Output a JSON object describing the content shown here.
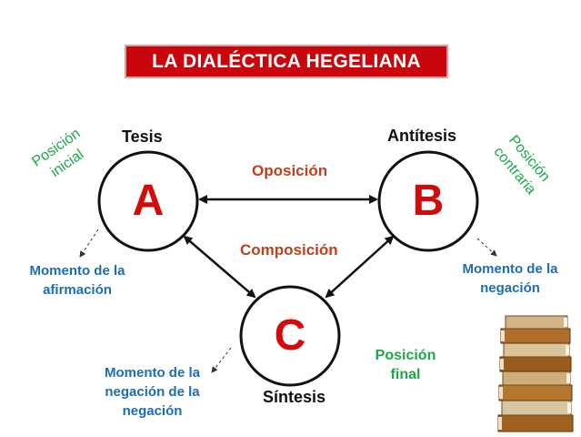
{
  "title": "LA DIALÉCTICA HEGELIANA",
  "nodes": {
    "a": {
      "letter": "A",
      "name": "Tesis"
    },
    "b": {
      "letter": "B",
      "name": "Antítesis"
    },
    "c": {
      "letter": "C",
      "name": "Síntesis"
    }
  },
  "relations": {
    "opposition": "Oposición",
    "composition": "Composición"
  },
  "positions": {
    "initial_line1": "Posición",
    "initial_line2": "inicial",
    "contrary_line1": "Posición",
    "contrary_line2": "contraria",
    "final_line1": "Posición",
    "final_line2": "final"
  },
  "moments": {
    "affirmation_line1": "Momento de la",
    "affirmation_line2": "afirmación",
    "negation_line1": "Momento de la",
    "negation_line2": "negación",
    "neg_neg_line1": "Momento de la",
    "neg_neg_line2": "negación de la",
    "neg_neg_line3": "negación"
  },
  "colors": {
    "title_bg": "#c8060c",
    "letters": "#d40a0a",
    "relation_labels": "#c0401a",
    "moment_labels": "#1d6db5",
    "position_labels": "#1ba84a"
  },
  "decoration": {
    "image": "stack-of-books-icon"
  }
}
